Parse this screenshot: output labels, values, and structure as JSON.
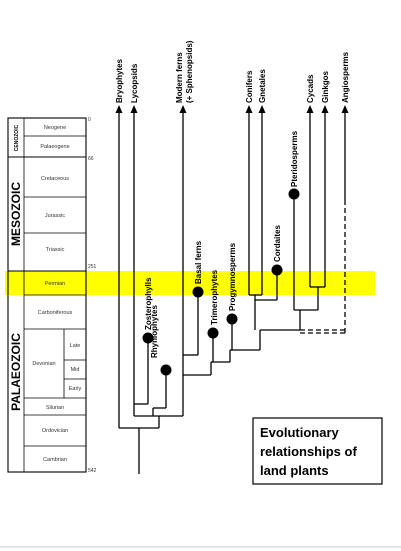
{
  "title": [
    "Evolutionary",
    "relationships of",
    "land plants"
  ],
  "eras": {
    "cenozoic": "CENOZOIC",
    "mesozoic": "MESOZOIC",
    "palaeozoic": "PALAEOZOIC"
  },
  "periods": {
    "neogene": "Neogene",
    "palaeogene": "Palaeogene",
    "cretaceous": "Cretaceous",
    "jurassic": "Jurassic",
    "triassic": "Triassic",
    "permian": "Permian",
    "carboniferous": "Carboniferous",
    "devonian": "Devonian",
    "late": "Late",
    "mid": "Mid",
    "early": "Early",
    "silurian": "Silurian",
    "ordovician": "Ordovician",
    "cambrian": "Cambrian"
  },
  "ages": [
    "0",
    "66",
    "251",
    "542"
  ],
  "taxa": {
    "bryophytes": "Bryophytes",
    "lycopsids": "Lycopsids",
    "modern_ferns": "Modern ferns",
    "sphenopsids": "(+ Sphenopsids)",
    "conifers": "Conifers",
    "gnetales": "Gnetales",
    "pteridosperms": "Pteridosperms",
    "cycads": "Cycads",
    "ginkgos": "Ginkgos",
    "angiosperms": "Angiosperms",
    "zosterophylls": "Zosterophylls",
    "rhyniophytes": "Rhyniophytes",
    "basal_ferns": "Basal ferns",
    "trimerophytes": "Trimerophytes",
    "progymnosperms": "Progymnosperms",
    "cordaites": "Cordaites"
  },
  "colors": {
    "permian_highlight": "#ffff00",
    "line": "#000000"
  }
}
